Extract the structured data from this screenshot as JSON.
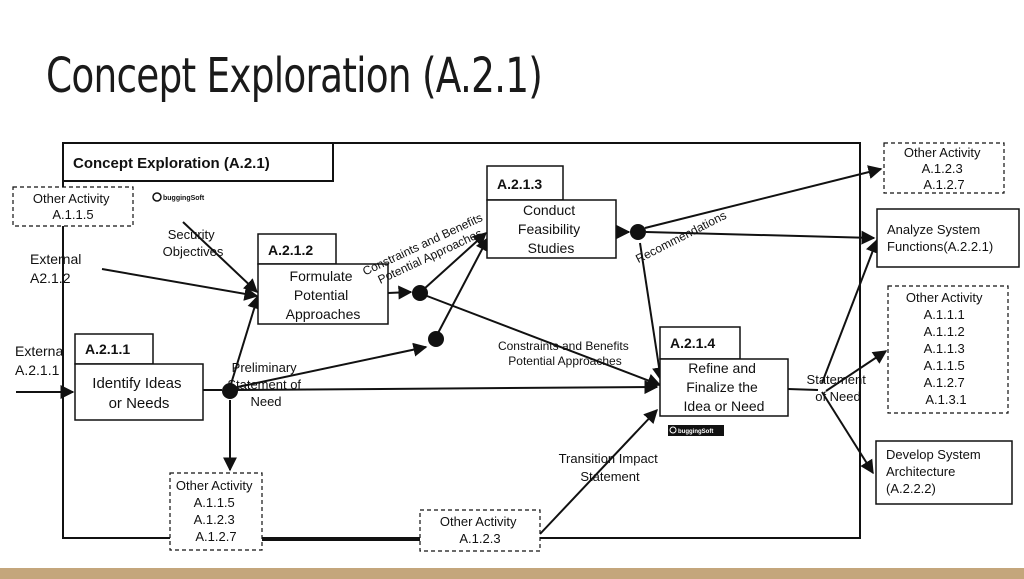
{
  "slide": {
    "title": "Concept Exploration (A.2.1)"
  },
  "frame": {
    "title": "Concept Exploration (A.2.1)"
  },
  "colors": {
    "bottom_bar": "#c4a67c",
    "line": "#111111"
  },
  "watermark": "buggingSoft",
  "nodes": {
    "a211": {
      "id": "A.2.1.1",
      "lines": [
        "Identify Ideas",
        "or Needs"
      ]
    },
    "a212": {
      "id": "A.2.1.2",
      "lines": [
        "Formulate",
        "Potential",
        "Approaches"
      ]
    },
    "a213": {
      "id": "A.2.1.3",
      "lines": [
        "Conduct",
        "Feasibility",
        "Studies"
      ]
    },
    "a214": {
      "id": "A.2.1.4",
      "lines": [
        "Refine and",
        "Finalize the",
        "Idea or Need"
      ]
    }
  },
  "external": {
    "oa115": {
      "lines": [
        "Other Activity",
        "A.1.1.5"
      ]
    },
    "oa_bottom_left": {
      "lines": [
        "Other Activity",
        "A.1.1.5",
        "A.1.2.3",
        "A.1.2.7"
      ]
    },
    "oa_bottom_mid": {
      "lines": [
        "Other Activity",
        "A.1.2.3"
      ]
    },
    "oa_top_right": {
      "lines": [
        "Other Activity",
        "A.1.2.3",
        "A.1.2.7"
      ]
    },
    "analyze": {
      "lines": [
        "Analyze System",
        "Functions(A.2.2.1)"
      ]
    },
    "oa_mid_right": {
      "lines": [
        "Other Activity",
        "A.1.1.1",
        "A.1.1.2",
        "A.1.1.3",
        "A.1.1.5",
        "A.1.2.7",
        "A.1.3.1"
      ]
    },
    "develop": {
      "lines": [
        "Develop System",
        "Architecture",
        "(A.2.2.2)"
      ]
    }
  },
  "labels": {
    "external_top": [
      "External",
      "A2.1.2"
    ],
    "external_left": [
      "Externa",
      "A.2.1.1"
    ],
    "security": [
      "Security",
      "Objectives"
    ],
    "prelim": [
      "Preliminary",
      "Statement of",
      "Need"
    ],
    "constraints_diag": [
      "Constraints and Benefits",
      "Potential Approaches"
    ],
    "constraints_mid": [
      "Constraints and Benefits",
      "Potential Approaches"
    ],
    "recommendations": "Recommendations",
    "transition": [
      "Transition Impact",
      "Statement"
    ],
    "statement_need": [
      "Statement",
      "of Need"
    ]
  }
}
